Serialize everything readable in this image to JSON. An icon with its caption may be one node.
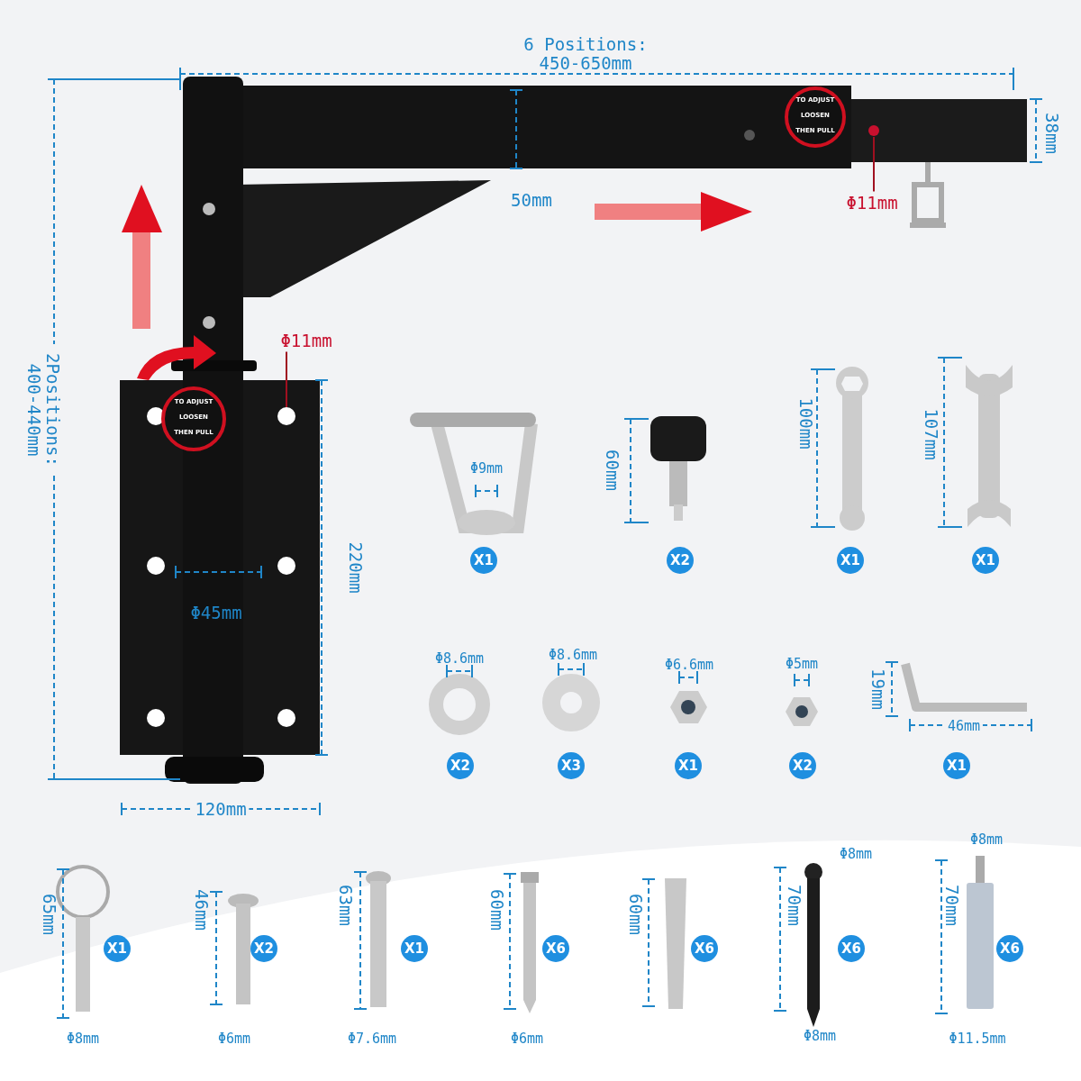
{
  "diagram": {
    "nodes": [
      {
        "text": [
          "Φ11mm"
        ]
      },
      {
        "text": [
          "Φ11mm"
        ]
      }
    ],
    "edges": [
      {
        "from": 0,
        "to": null,
        "arrow": "none"
      },
      {
        "from": 1,
        "to": null,
        "arrow": "none"
      }
    ],
    "labels": [
      "6 Positions: 450-650mm",
      "TO ADJUST",
      "LOOSEN",
      "THEN PULL",
      "38mm",
      "50mm",
      "2Positions: 400-440mm",
      "TO ADJUST",
      "LOOSEN",
      "THEN PULL",
      "Φ9mm",
      "60mm",
      "100mm",
      "107mm",
      "Φ45mm",
      "220mm",
      "X1",
      "X2",
      "X1",
      "X1",
      "Φ8.6mm",
      "Φ8.6mm",
      "Φ6.6mm",
      "Φ5mm",
      "19mm",
      "46mm",
      "X2",
      "X3",
      "X1",
      "X2",
      "X1",
      "120mm",
      "Φ8mm",
      "Φ8mm",
      "65mm",
      "46mm",
      "63mm",
      "60mm",
      "60mm",
      "70mm",
      "70mm",
      "X1",
      "X2",
      "X1",
      "X6",
      "X6",
      "X6",
      "X6",
      "Φ8mm",
      "Φ6mm",
      "Φ7.6mm",
      "Φ6mm",
      "Φ8mm",
      "Φ11.5mm"
    ]
  }
}
